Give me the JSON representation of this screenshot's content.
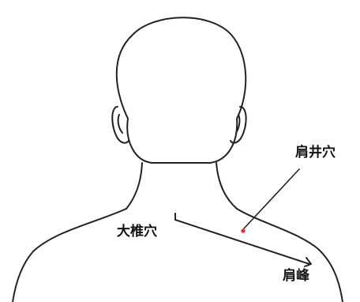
{
  "labels": {
    "dazhui": "大椎穴",
    "jianjing": "肩井穴",
    "jianfeng": "肩峰"
  },
  "colors": {
    "outline": "#222222",
    "acupoint": "#e8322e",
    "background": "#ffffff"
  }
}
